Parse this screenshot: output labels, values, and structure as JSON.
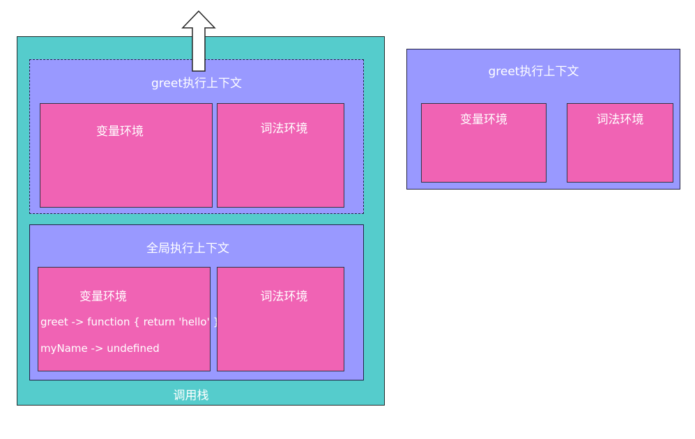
{
  "call_stack": {
    "label": "调用栈",
    "greet_context": {
      "title": "greet执行上下文",
      "variable_env": {
        "label": "变量环境"
      },
      "lexical_env": {
        "label": "词法环境"
      }
    },
    "global_context": {
      "title": "全局执行上下文",
      "variable_env": {
        "label": "变量环境",
        "entries": [
          "greet -> function { return 'hello' }",
          "myName -> undefined"
        ]
      },
      "lexical_env": {
        "label": "词法环境"
      }
    }
  },
  "popped_context": {
    "title": "greet执行上下文",
    "variable_env": {
      "label": "变量环境"
    },
    "lexical_env": {
      "label": "词法环境"
    }
  },
  "colors": {
    "stack": "#55cccc",
    "context": "#9999ff",
    "environment": "#f063b4",
    "text": "#ffffff"
  },
  "icons": {
    "pop_arrow": "up-arrow-icon"
  }
}
